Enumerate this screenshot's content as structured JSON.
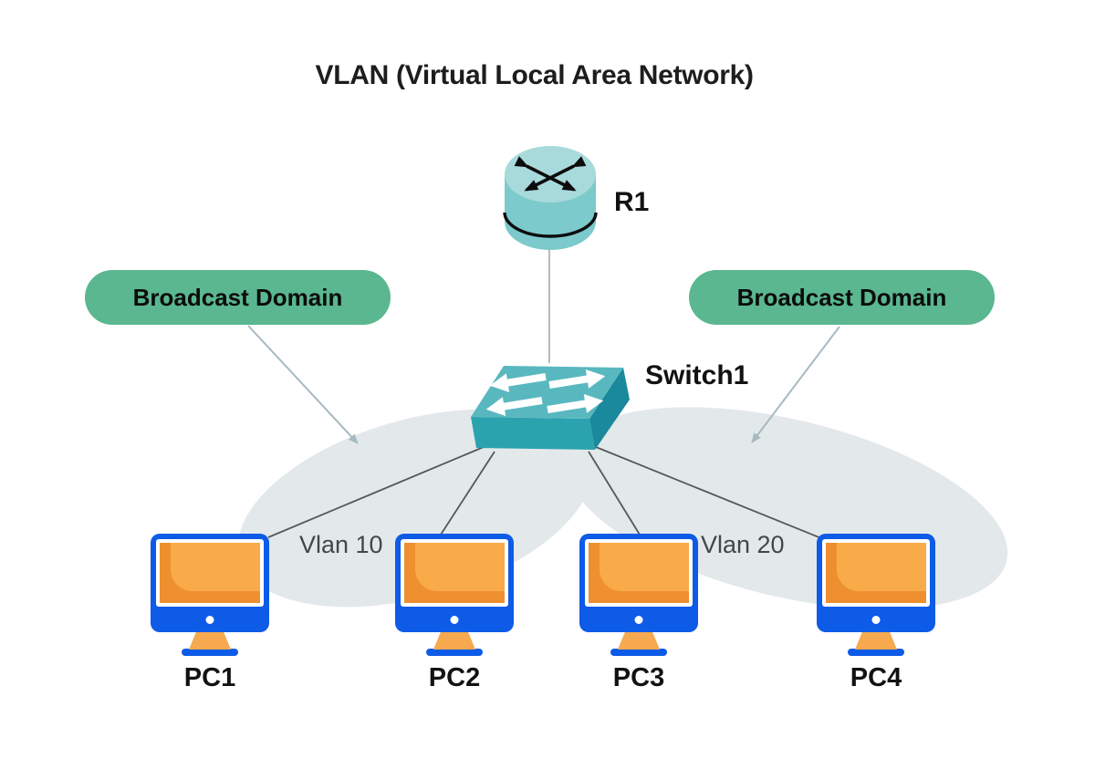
{
  "title": "VLAN (Virtual Local Area Network)",
  "nodes": {
    "router": {
      "label": "R1"
    },
    "switch": {
      "label": "Switch1"
    },
    "pcs": [
      {
        "label": "PC1"
      },
      {
        "label": "PC2"
      },
      {
        "label": "PC3"
      },
      {
        "label": "PC4"
      }
    ]
  },
  "broadcast_domains": {
    "left": "Broadcast Domain",
    "right": "Broadcast Domain"
  },
  "vlans": {
    "left": "Vlan 10",
    "right": "Vlan 20"
  },
  "connections": [
    "R1 - Switch1",
    "Switch1 - PC1",
    "Switch1 - PC2",
    "Switch1 - PC3",
    "Switch1 - PC4"
  ],
  "colors": {
    "bg": "#ffffff",
    "title_text": "#1d1d1f",
    "label_text": "#121212",
    "vlan_text": "#42474a",
    "pill_green": "#5ab78f",
    "ellipse_gray": "#e3e8ea",
    "link_dark": "#55585a",
    "link_light": "#b3bdbf",
    "arrow_soft": "#a7bac1",
    "router_top": "#a9dadb",
    "router_body": "#7ccacb",
    "switch_top": "#59b8bf",
    "switch_front": "#2ba3af",
    "switch_side": "#19899b",
    "pc_blue": "#0d5be7",
    "screen_orange": "#ee9030",
    "screen_orange_light": "#f9ab49",
    "stand_orange": "#f6a94e"
  }
}
